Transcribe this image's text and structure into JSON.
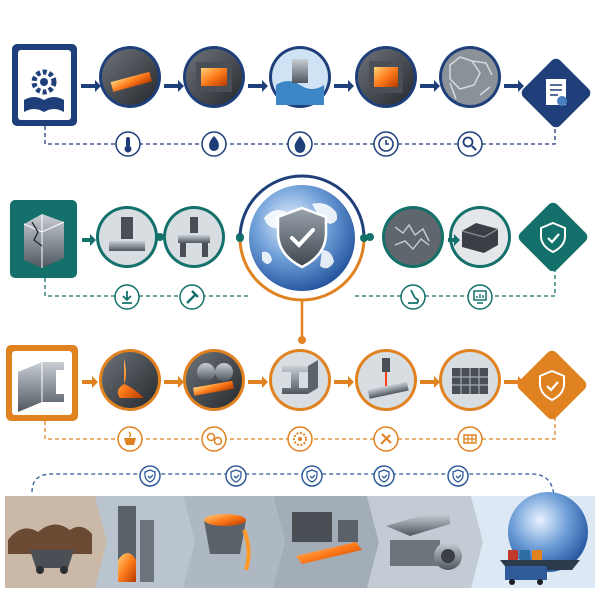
{
  "colors": {
    "row1": "#1f3f7a",
    "row2": "#13706a",
    "row3": "#e0821f",
    "row4": "#2f5b9a",
    "shield": "#4a7fc0",
    "dark_metal": "#3a3f45",
    "hot": "#ff7a1a"
  },
  "rows": [
    {
      "id": "heat-treatment",
      "start_icon": "manual-gear-icon",
      "steps": [
        "hot-billet",
        "furnace",
        "water-quench",
        "tempering-furnace",
        "grain-structure"
      ],
      "end_icon": "certificate-icon",
      "sub_icons": [
        "thermometer-icon",
        "flame-icon",
        "droplet-icon",
        "clock-icon",
        "magnifier-icon"
      ]
    },
    {
      "id": "mechanical-testing",
      "start_icon": "cracked-cube-icon",
      "steps": [
        "press-test",
        "clamp-test"
      ],
      "center_icon": "globe-shield-check-icon",
      "steps_after": [
        "fracture-surface",
        "metal-block"
      ],
      "end_icon": "shield-check-icon",
      "sub_icons": [
        "download-icon",
        "hammer-icon",
        "microscope-icon",
        "monitor-chart-icon"
      ]
    },
    {
      "id": "forming",
      "start_icon": "steel-beam-icon",
      "steps": [
        "molten-pour",
        "hot-rolling",
        "i-beam",
        "laser-cutting",
        "bundled-tubes"
      ],
      "end_icon": "shield-check-icon",
      "sub_icons": [
        "molten-cup-icon",
        "rolling-icon",
        "saw-blade-icon",
        "tools-icon",
        "grid-icon"
      ]
    },
    {
      "id": "supply-chain",
      "check_icons": 5,
      "panels": [
        "iron-ore-mining",
        "blast-furnace",
        "ladle-pouring",
        "rolling-mill",
        "steel-products",
        "global-shipping"
      ]
    }
  ]
}
